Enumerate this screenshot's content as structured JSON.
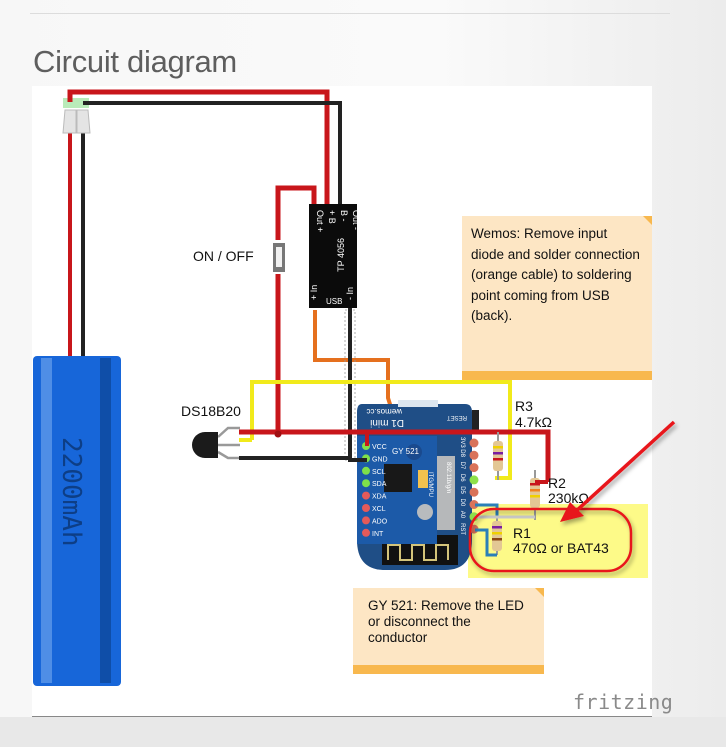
{
  "page": {
    "title": "Circuit diagram"
  },
  "diagram": {
    "battery": {
      "label": "2200mAh",
      "color": "#1766d9"
    },
    "switch": {
      "label": "ON / OFF"
    },
    "charger": {
      "name": "TP 4056",
      "pins_top": [
        "Out +",
        "+ B",
        "B -",
        "Out -"
      ],
      "pins_bottom": [
        "+ In",
        "USB",
        "- In"
      ]
    },
    "sensor": {
      "label": "DS18B20"
    },
    "wemos": {
      "brand": "wemos.cc",
      "model": "D1 mini",
      "reset_label": "RESET",
      "right_pins": [
        "3V3",
        "D8",
        "D7",
        "D6",
        "D5",
        "D0",
        "A0",
        "RST"
      ],
      "module_label": "802.11b/g/n",
      "color": "#1f4e86"
    },
    "gy521": {
      "label": "GY 521",
      "chip_label": "ITG/MPU",
      "pins": [
        "VCC",
        "GND",
        "SCL",
        "SDA",
        "XDA",
        "XCL",
        "ADO",
        "INT"
      ]
    },
    "resistors": [
      {
        "name": "R3",
        "value": "4.7kΩ"
      },
      {
        "name": "R2",
        "value": "230kΩ"
      },
      {
        "name": "R1",
        "value": "470Ω or BAT43"
      }
    ],
    "wire_colors": {
      "red": "#c8161b",
      "black": "#222222",
      "yellow": "#f1ea1b",
      "orange": "#e5701e",
      "blue": "#2a7fb8"
    },
    "arrow_color": "#e8141a"
  },
  "notes": [
    {
      "id": "wemos-note",
      "text": "Wemos: Remove input diode and solder connection (orange cable) to soldering point coming from USB (back)."
    },
    {
      "id": "gy521-note",
      "text": "GY 521: Remove the LED or disconnect the conductor"
    }
  ],
  "watermark": "fritzing"
}
